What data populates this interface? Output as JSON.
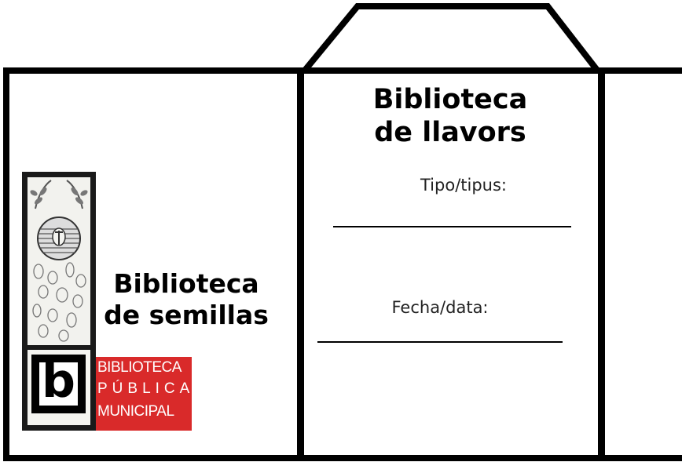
{
  "packet": {
    "middle_title_line1": "Biblioteca",
    "middle_title_line2": "de llavors",
    "left_title_line1": "Biblioteca",
    "left_title_line2": "de semillas",
    "tipo_label": "Tipo/tipus:",
    "fecha_label": "Fecha/data:"
  },
  "logo": {
    "letter": "b",
    "line1": "BIBLIOTECA",
    "line2": "PÚBLICA",
    "line3": "MUNICIPAL",
    "red": "#d92a2a"
  },
  "colors": {
    "outline": "#000000",
    "background": "#ffffff"
  }
}
